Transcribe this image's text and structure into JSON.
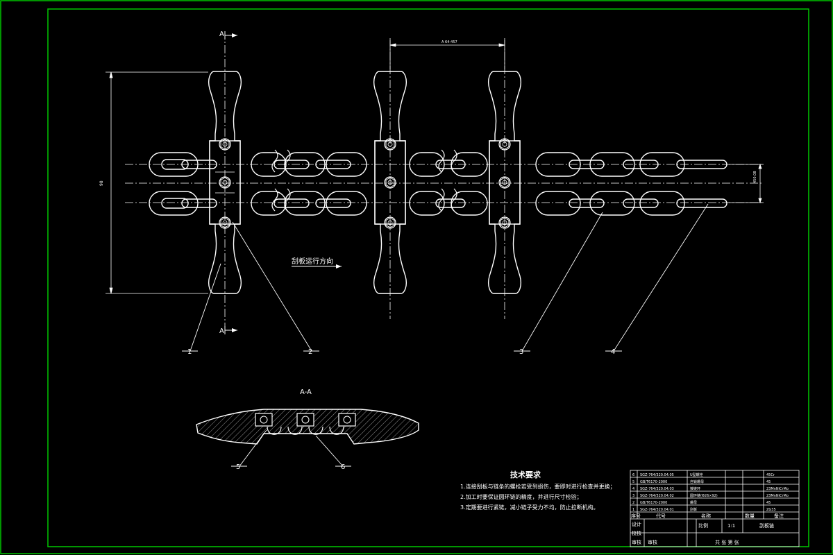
{
  "section_label": "A-A",
  "section_markers": {
    "top": "A",
    "bottom": "A"
  },
  "dimensions": {
    "pitch": "A 64-457",
    "overall_height": "98",
    "right_width": "450.08"
  },
  "direction_label": "刮板运行方向",
  "callouts": [
    "1",
    "2",
    "3",
    "4",
    "5",
    "6"
  ],
  "tech_requirements": {
    "title": "技术要求",
    "items": [
      "1.连接刮板与链条的螺栓若受到损伤，要即时进行检查并更换；",
      "2.加工时要保证圆环链的精度，并进行尺寸检验；",
      "3.定期要进行紧链，减小链子受力不均，防止拉断机构。"
    ]
  },
  "title_block": {
    "parts": [
      [
        "6",
        "SGZ-764/320.04.05",
        "U型螺栓",
        "",
        "",
        "45Cr"
      ],
      [
        "5",
        "GB/T6170-2000",
        "自锁螺母",
        "",
        "",
        "45"
      ],
      [
        "4",
        "SGZ-764/320.04.03",
        "接链环",
        "",
        "",
        "23MnNiCrMo"
      ],
      [
        "3",
        "SGZ-764/320.04.02",
        "圆环链(Φ26×92)",
        "",
        "",
        "23MnNiCrMo"
      ],
      [
        "2",
        "GB/T6170-2000",
        "螺母",
        "",
        "",
        "45"
      ],
      [
        "1",
        "SGZ-764/320.04.01",
        "刮板",
        "",
        "",
        "ZG35"
      ]
    ],
    "header": [
      "序号",
      "代号",
      "名称",
      "",
      "数量",
      "备注"
    ],
    "scale_label": "比例",
    "scale_value": "1:1",
    "drawing_name": "刮板链",
    "role_rows": [
      "设计",
      "校核",
      "审核"
    ],
    "bottom_labels": [
      "审核",
      "共  张  第  张"
    ]
  },
  "colors": {
    "background": "#000000",
    "border": "#00c800",
    "lines": "#ffffff",
    "accent": "#ff0000"
  }
}
